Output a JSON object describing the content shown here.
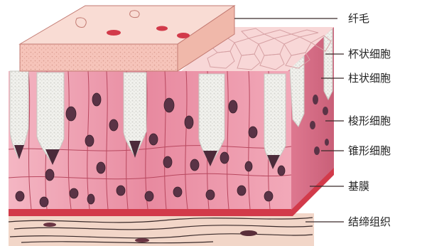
{
  "figure": {
    "labels": {
      "cilia": "纤毛",
      "goblet_cell": "杯状细胞",
      "columnar_cell": "柱状细胞",
      "fusiform_cell": "梭形细胞",
      "basal_cell": "锥形细胞",
      "basement_membrane": "基膜",
      "connective_tissue": "结缔组织"
    },
    "colors": {
      "cell_body": "#e98ba0",
      "cell_body_light": "#f3b8c5",
      "cell_border": "#b8485f",
      "nucleus": "#5a3346",
      "goblet": "#eeeeea",
      "cilia_layer": "#f6c4ba",
      "apical_surface": "#f8d7d7",
      "basement_membrane": "#d23a4a",
      "connective_tissue": "#f2d6c8",
      "connective_fibers": "#6b3a3a"
    }
  }
}
